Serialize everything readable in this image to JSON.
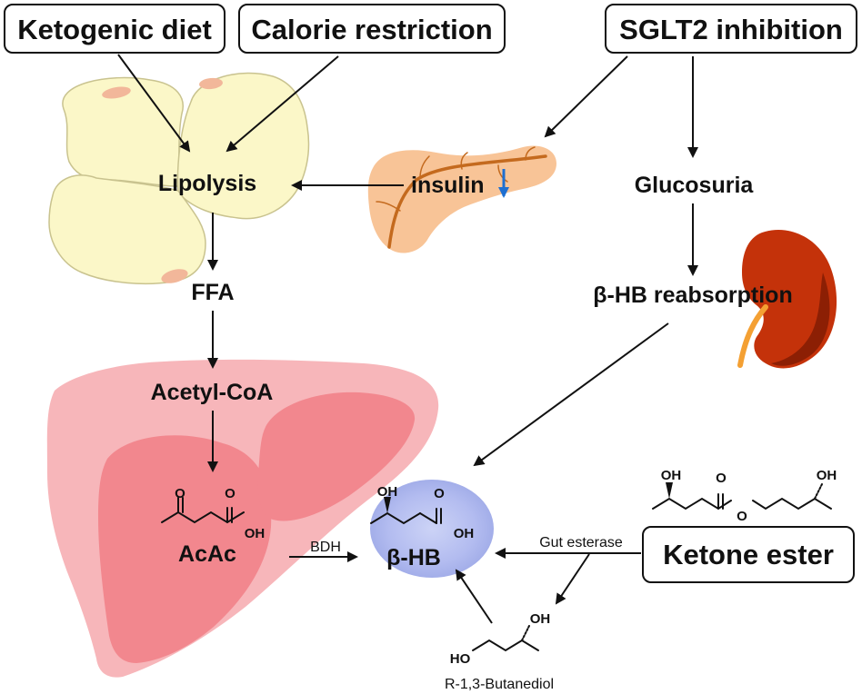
{
  "boxes": {
    "ketogenic": "Ketogenic diet",
    "calorie": "Calorie restriction",
    "sglt2": "SGLT2 inhibition",
    "ketone_ester": "Ketone ester"
  },
  "nodes": {
    "lipolysis": "Lipolysis",
    "insulin": "insulin",
    "glucosuria": "Glucosuria",
    "ffa": "FFA",
    "bhb_reabsorption": "β-HB reabsorption",
    "acetyl_coa": "Acetyl-CoA",
    "acac": "AcAc",
    "bhb": "β-HB"
  },
  "labels": {
    "bdh": "BDH",
    "gut_esterase": "Gut esterase",
    "butanediol": "R-1,3-Butanediol"
  },
  "atoms": {
    "o": "O",
    "oh": "OH",
    "ho": "HO"
  },
  "colors": {
    "fat_fill": "#fbf7c8",
    "fat_stroke": "#c9c38f",
    "fat_spot": "#f2b79a",
    "liver_outer": "#f7b6ba",
    "liver_inner": "#f2878e",
    "pancreas": "#f8c497",
    "pancreas_vein": "#c46a1e",
    "kidney": "#c4320a",
    "kidney_dark": "#8c1f04",
    "ureter": "#f4a033",
    "bhb_glow": "#aab4ee",
    "insulin_down": "#1f6fd1"
  }
}
